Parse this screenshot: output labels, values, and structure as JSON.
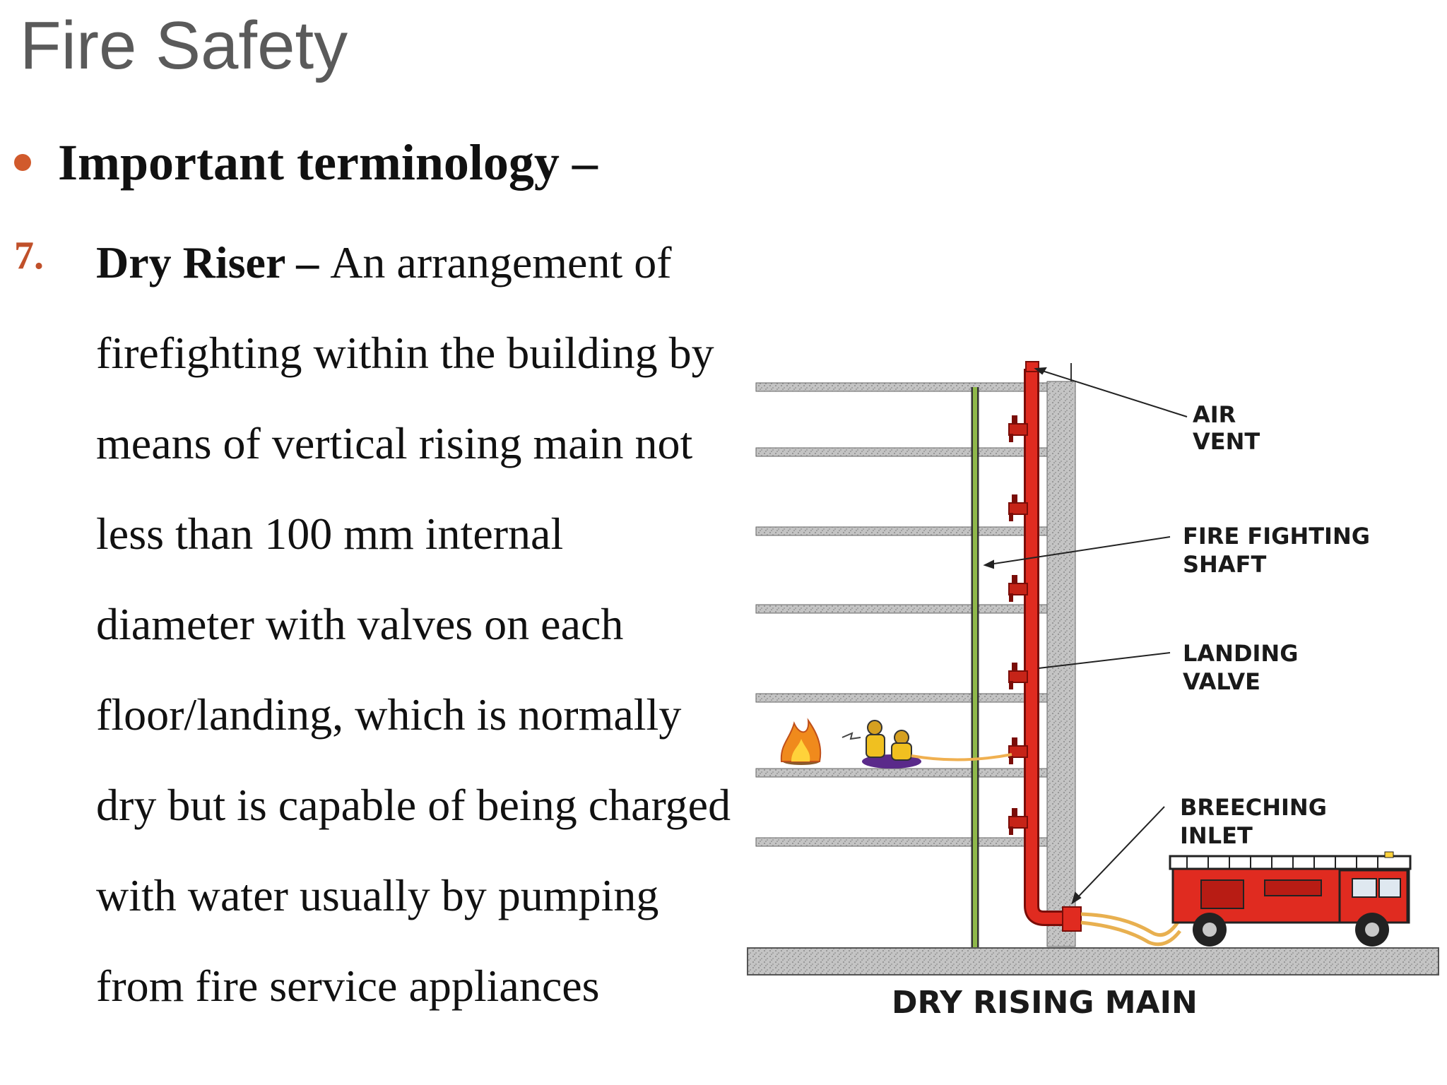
{
  "slide": {
    "title": "Fire Safety",
    "bullet": "Important terminology –",
    "item": {
      "number": "7.",
      "term": "Dry Riser",
      "dash": " – ",
      "lines": [
        "An arrangement of",
        "firefighting within the building by",
        "means of vertical rising main not",
        "less than 100 mm internal",
        "diameter with valves on each",
        "floor/landing, which is normally",
        "dry but is capable of being charged",
        "with water usually by pumping",
        "from fire service appliances"
      ]
    }
  },
  "diagram": {
    "caption": "DRY RISING MAIN",
    "labels": {
      "air_vent": [
        "AIR",
        "VENT"
      ],
      "shaft": [
        "FIRE FIGHTING",
        "SHAFT"
      ],
      "valve": [
        "LANDING",
        "VALVE"
      ],
      "inlet": [
        "BREECHING",
        "INLET"
      ]
    },
    "colors": {
      "riser": "#e02b20",
      "concrete": "#b8b8b8",
      "shaft_line": "#8fb84a",
      "accent": "#d15a2c"
    },
    "icons": [
      "fire-icon",
      "firefighters-icon",
      "fire-engine-icon",
      "landing-valve-icon"
    ]
  }
}
